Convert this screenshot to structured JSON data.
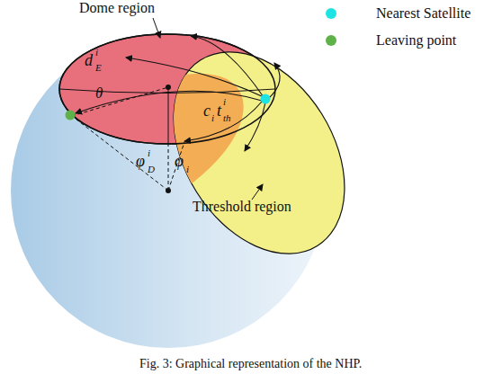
{
  "diagram": {
    "caption": "Fig. 3: Graphical representation of the NHP.",
    "labels": [
      "Dome region",
      "Threshold region",
      "d",
      "i",
      "E",
      "θ",
      "c",
      "i",
      "t",
      "i",
      "th",
      "φ",
      "i",
      "D",
      "φ",
      "i"
    ],
    "legend": [
      {
        "text": "Nearest Satellite",
        "color": "#1ee3e3"
      },
      {
        "text": "Leaving point",
        "color": "#5fb24a"
      }
    ]
  }
}
